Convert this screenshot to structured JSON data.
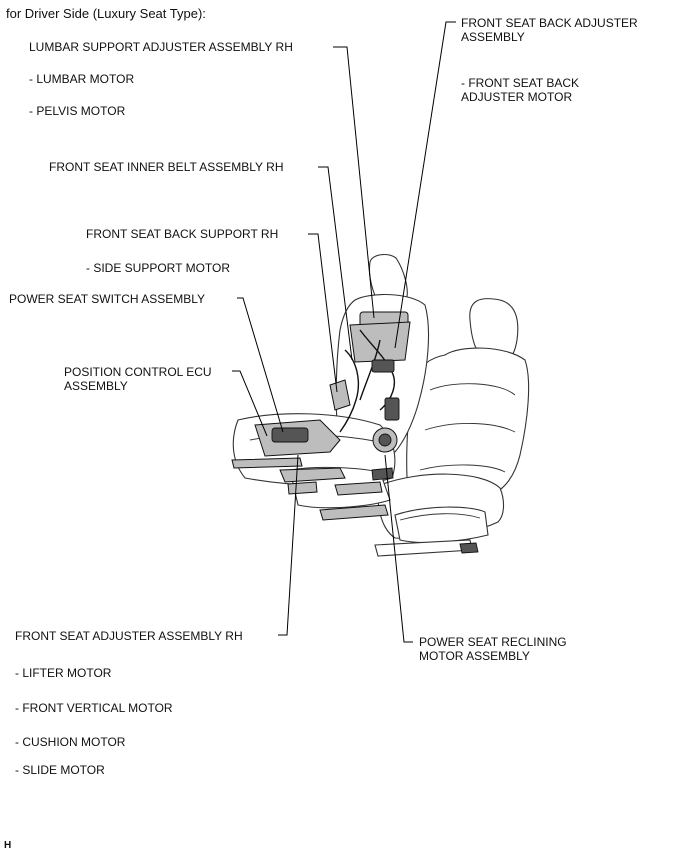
{
  "header": {
    "title": "for Driver Side (Luxury Seat Type):"
  },
  "labels": {
    "lumbar_assy": "LUMBAR SUPPORT ADJUSTER ASSEMBLY RH",
    "lumbar_motor": "- LUMBAR MOTOR",
    "pelvis_motor": "- PELVIS MOTOR",
    "inner_belt": "FRONT SEAT INNER BELT ASSEMBLY RH",
    "back_support": "FRONT SEAT BACK SUPPORT RH",
    "side_support_motor": "- SIDE SUPPORT MOTOR",
    "switch_assy": "POWER SEAT SWITCH ASSEMBLY",
    "ecu_line1": "POSITION CONTROL ECU",
    "ecu_line2": "ASSEMBLY",
    "back_adjuster_line1": "FRONT SEAT BACK ADJUSTER",
    "back_adjuster_line2": "ASSEMBLY",
    "back_adjuster_motor_line1": "- FRONT SEAT BACK",
    "back_adjuster_motor_line2": "ADJUSTER MOTOR",
    "seat_adjuster": "FRONT SEAT ADJUSTER ASSEMBLY RH",
    "lifter_motor": "- LIFTER MOTOR",
    "front_vertical_motor": "- FRONT VERTICAL MOTOR",
    "cushion_motor": "- CUSHION MOTOR",
    "slide_motor": "- SLIDE MOTOR",
    "recline_line1": "POWER SEAT RECLINING",
    "recline_line2": "MOTOR ASSEMBLY"
  },
  "footer": {
    "code": "H"
  }
}
